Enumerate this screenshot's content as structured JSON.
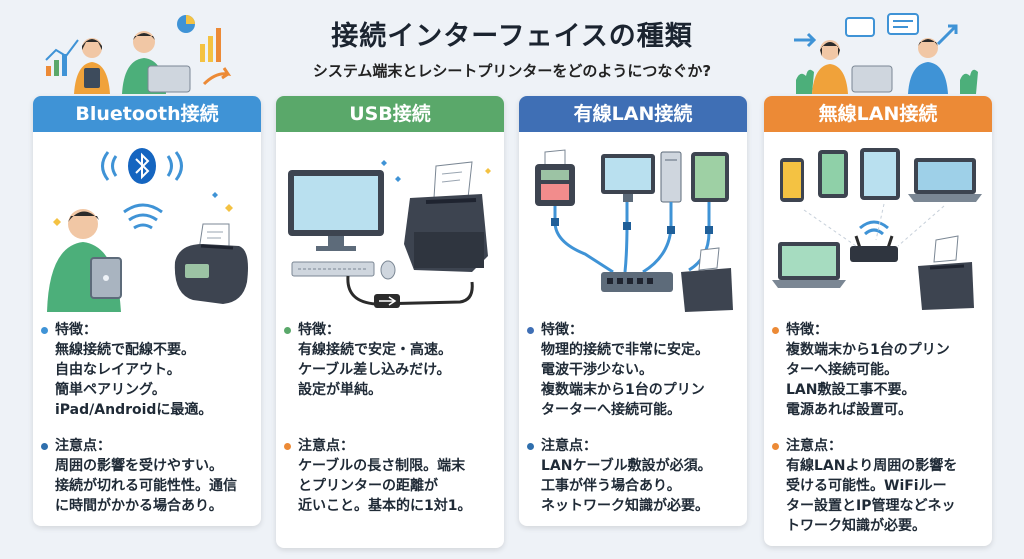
{
  "page": {
    "title": "接続インターフェイスの種類",
    "subtitle": "システム端末とレシートプリンターをどのようにつなぐか?"
  },
  "cards": [
    {
      "title": "Bluetooth接続",
      "color": "#3f93d6",
      "features_label": "特徴：",
      "features": [
        "無線接続で配線不要。",
        "自由なレイアウト。",
        "簡単ペアリング。",
        "iPad/Androidに最適。"
      ],
      "cautions_label": "注意点：",
      "cautions": [
        "周囲の影響を受けやすい。",
        "接続が切れる可能性性。通信",
        "に時間がかかる場合あり。"
      ]
    },
    {
      "title": "USB接続",
      "color": "#5aa86a",
      "features_label": "特徴：",
      "features": [
        "有線接続で安定・高速。",
        "ケーブル差し込みだけ。",
        "設定が単純。"
      ],
      "cautions_label": "注意点：",
      "cautions": [
        "ケーブルの長さ制限。端末",
        "とプリンターの距離が",
        "近いこと。基本的に1対1。"
      ]
    },
    {
      "title": "有線LAN接続",
      "color": "#3f6fb5",
      "features_label": "特徴：",
      "features": [
        "物理的接続で非常に安定。",
        "電波干渉少ない。",
        "複数端末から1台のプリン",
        "ターターへ接続可能。"
      ],
      "cautions_label": "注意点：",
      "cautions": [
        "LANケーブル敷設が必須。",
        "工事が伴う場合あり。",
        "ネットワーク知識が必要。"
      ]
    },
    {
      "title": "無線LAN接続",
      "color": "#ec8a36",
      "features_label": "特徴：",
      "features": [
        "複数端末から1台のプリン",
        "ターへ接続可能。",
        "LAN敷設工事不要。",
        "電源あれば設置可。"
      ],
      "cautions_label": "注意点：",
      "cautions": [
        "有線LANより周囲の影響を",
        "受ける可能性。WiFiルー",
        "ター設置とIP管理などネッ",
        "トワーク知識が必要。"
      ]
    }
  ],
  "colors": {
    "feature_dot_1": "#3f93d6",
    "feature_dot_2": "#5aa86a",
    "feature_dot_3": "#3f6fb5",
    "feature_dot_4": "#ec8a36",
    "caution_dot": "#2f6fad"
  },
  "icons": {
    "card1": [
      "person-with-tablet-icon",
      "bluetooth-icon",
      "wifi-waves-icon",
      "receipt-printer-icon"
    ],
    "card2": [
      "desktop-monitor-icon",
      "keyboard-icon",
      "usb-cable-icon",
      "receipt-printer-icon"
    ],
    "card3": [
      "payment-terminal-icon",
      "monitor-icon",
      "pc-tower-icon",
      "tablet-icon",
      "network-switch-icon",
      "receipt-printer-icon"
    ],
    "card4": [
      "smartphone-icon",
      "tablet-icon",
      "laptop-icon",
      "wifi-router-icon",
      "receipt-printer-icon"
    ]
  }
}
